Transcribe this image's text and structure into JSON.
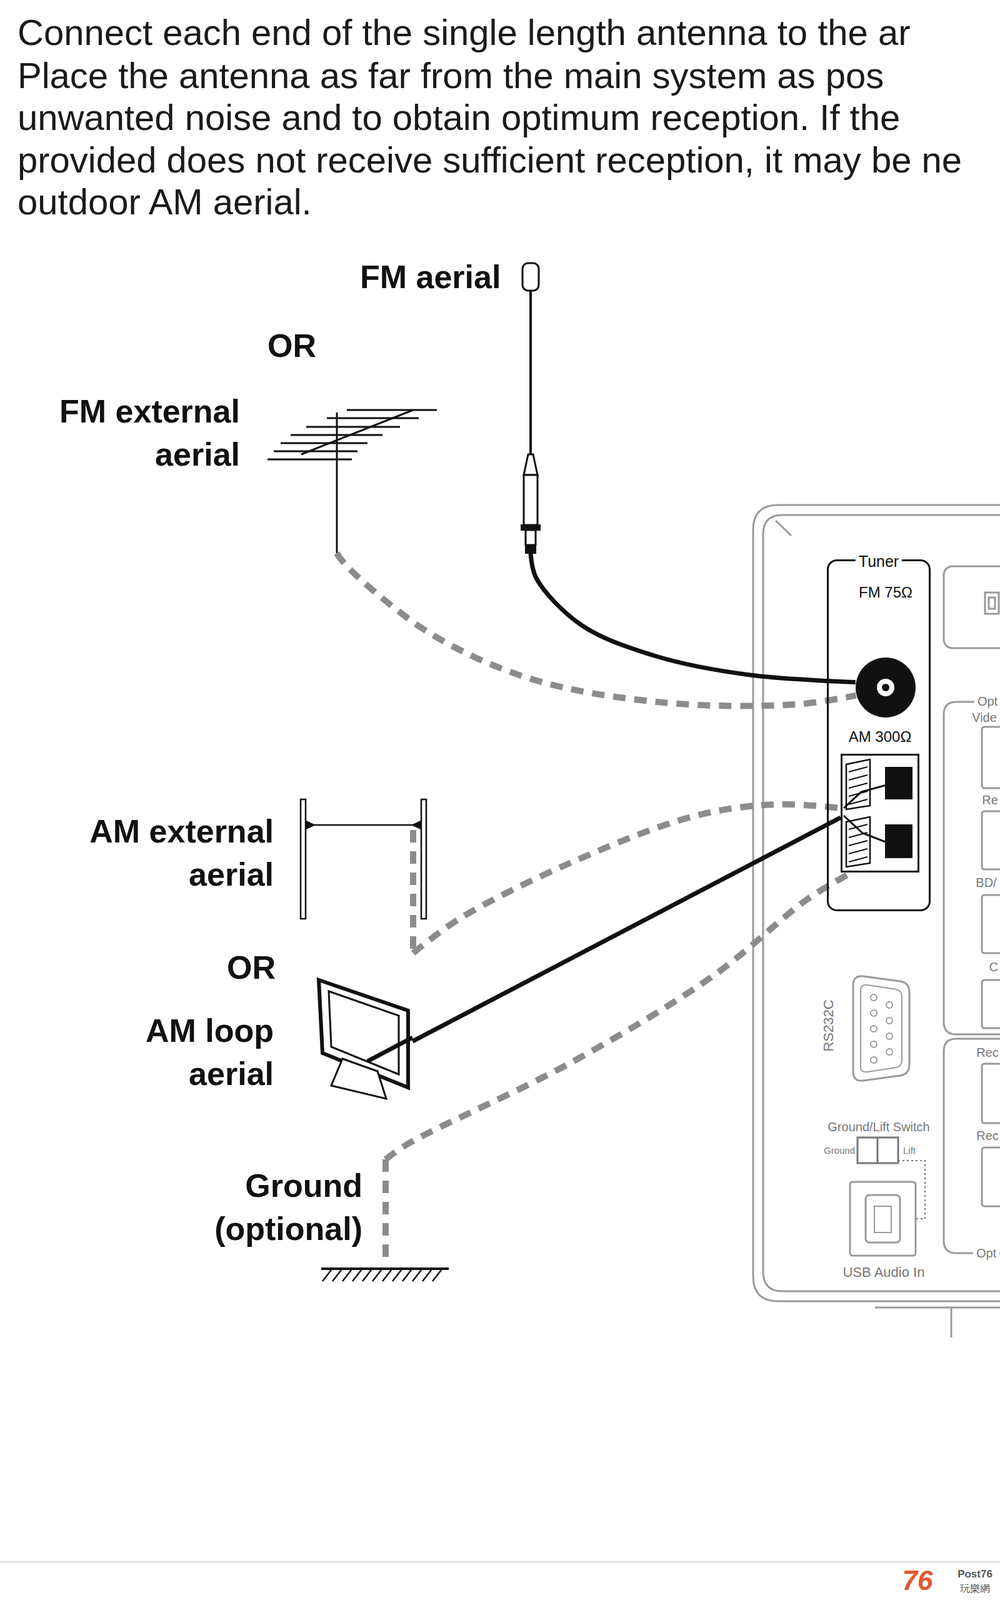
{
  "diagram": {
    "nodes": [
      {
        "text": [
          "FM aerial"
        ]
      },
      {
        "text": [
          "FM external aerial"
        ]
      },
      {
        "text": [
          "Tuner"
        ]
      },
      {
        "text": [
          "FM 75Ω"
        ],
        "in": 2
      },
      {
        "text": [
          "AM 300Ω"
        ],
        "in": 2
      },
      {
        "text": [
          "AM external aerial"
        ]
      },
      {
        "text": [
          "AM loop aerial"
        ]
      },
      {
        "text": [
          "Ground (optional)"
        ]
      }
    ],
    "edges": [
      {
        "from": 0,
        "to": 3,
        "arrow": "none"
      },
      {
        "from": 1,
        "to": 3,
        "arrow": "none"
      },
      {
        "from": 5,
        "to": 4,
        "arrow": "none"
      },
      {
        "from": 6,
        "to": 4,
        "arrow": "none"
      },
      {
        "from": 7,
        "to": 4,
        "arrow": "none"
      }
    ],
    "labels": [
      "Connect each end of the single length antenna to the ar",
      "Place the antenna as far from the main system as pos",
      "unwanted noise and to obtain optimum reception. If the",
      "provided does not receive sufficient reception, it may be ne",
      "outdoor AM aerial.",
      "OR",
      "OR",
      "RS232C",
      "Ground/Lift Switch",
      "Ground",
      "Lift",
      "USB Audio In",
      "Opt",
      "Vide",
      "Re",
      "BD/",
      "C",
      "Rec",
      "Rec",
      "Opt",
      "76",
      "Post76",
      "玩樂網"
    ]
  }
}
